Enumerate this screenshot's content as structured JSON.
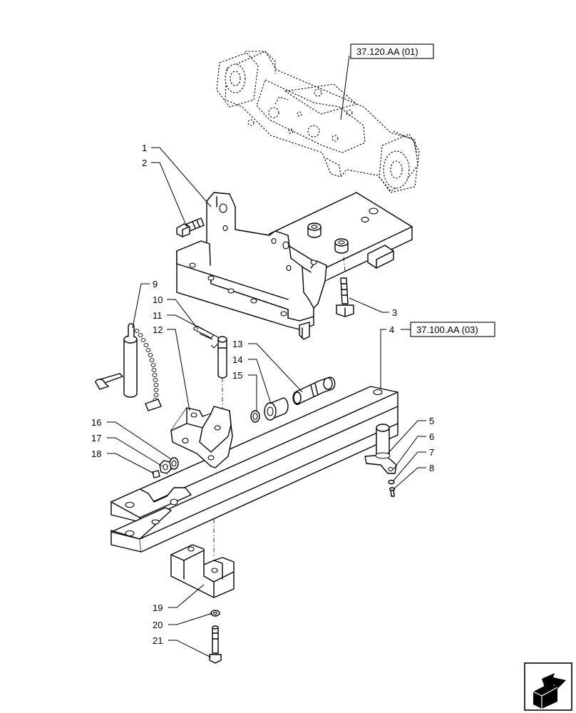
{
  "references": [
    {
      "id": "ref-axle",
      "text": "37.120.AA (01)"
    },
    {
      "id": "ref-drawbar",
      "text": "37.100.AA (03)"
    }
  ],
  "callouts": [
    "1",
    "2",
    "3",
    "4",
    "5",
    "6",
    "7",
    "8",
    "9",
    "10",
    "11",
    "12",
    "13",
    "14",
    "15",
    "16",
    "17",
    "18",
    "19",
    "20",
    "21"
  ],
  "nav_icon": "next-page-arrow-icon"
}
